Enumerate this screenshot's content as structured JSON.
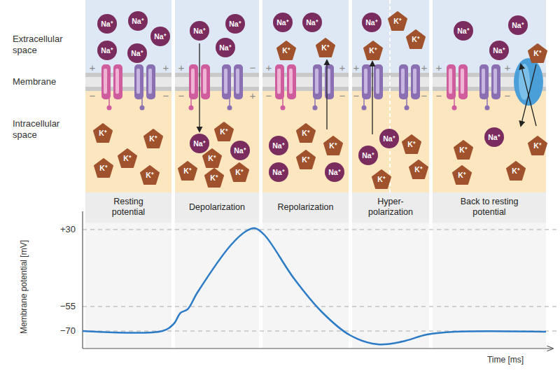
{
  "diagram": {
    "nodes": [
      {
        "text": [
          "Na⁺"
        ]
      },
      {
        "text": [
          "Na⁺"
        ]
      },
      {
        "text": [
          "Na⁺"
        ]
      },
      {
        "text": [
          "Na⁺"
        ]
      },
      {
        "text": [
          "Na⁺"
        ]
      },
      {
        "text": [
          "K⁺"
        ]
      },
      {
        "text": [
          "K⁺"
        ]
      },
      {
        "text": [
          "K⁺"
        ]
      },
      {
        "text": [
          "K⁺"
        ]
      },
      {
        "text": [
          "K⁺"
        ]
      },
      {
        "text": [
          "Na⁺"
        ]
      },
      {
        "text": [
          "Na⁺"
        ]
      },
      {
        "text": [
          "Na⁺"
        ]
      },
      {
        "text": [
          "K⁺"
        ]
      },
      {
        "text": [
          "Na⁺"
        ]
      },
      {
        "text": [
          "Na⁺"
        ]
      },
      {
        "text": [
          "K⁺"
        ]
      },
      {
        "text": [
          "K⁺"
        ]
      },
      {
        "text": [
          "K⁺"
        ]
      },
      {
        "text": [
          "K⁺"
        ]
      },
      {
        "text": [
          "Na⁺"
        ]
      },
      {
        "text": [
          "Na⁺"
        ]
      },
      {
        "text": [
          "K⁺"
        ]
      },
      {
        "text": [
          "K⁺"
        ]
      },
      {
        "text": [
          "K⁺"
        ]
      },
      {
        "text": [
          "Na⁺"
        ]
      },
      {
        "text": [
          "K⁺"
        ]
      },
      {
        "text": [
          "K⁺"
        ]
      },
      {
        "text": [
          "Na⁺"
        ]
      },
      {
        "text": [
          "Na⁺"
        ]
      },
      {
        "text": [
          "Na⁺"
        ]
      },
      {
        "text": [
          "K⁺"
        ]
      },
      {
        "text": [
          "K⁺"
        ]
      },
      {
        "text": [
          "K⁺"
        ]
      },
      {
        "text": [
          "Na⁺"
        ]
      },
      {
        "text": [
          "K⁺"
        ]
      },
      {
        "text": [
          "Na⁺"
        ]
      },
      {
        "text": [
          "K⁺"
        ]
      },
      {
        "text": [
          "K⁺"
        ]
      },
      {
        "text": [
          "Na⁺"
        ]
      },
      {
        "text": [
          "Na⁺"
        ]
      },
      {
        "text": [
          "Na⁺"
        ]
      },
      {
        "text": [
          "K⁺"
        ]
      },
      {
        "text": [
          "Na⁺"
        ]
      },
      {
        "text": [
          "K⁺"
        ]
      },
      {
        "text": [
          "K⁺"
        ]
      },
      {
        "text": [
          "K⁺"
        ]
      },
      {
        "text": [
          "K⁺"
        ]
      }
    ],
    "labels": [
      "Extracellular space",
      "Membrane",
      "Intracellular space",
      "Resting potential",
      "Depolarization",
      "Repolarization",
      "Hyper- polarization",
      "Back to resting potential",
      "+30",
      "−55",
      "−70",
      "Membrane potential [mV]",
      "Time [ms]",
      "+",
      "+",
      "−",
      "−",
      "+",
      "−",
      "−",
      "+",
      "+",
      "+",
      "−",
      "−",
      "+",
      "+",
      "−",
      "−",
      "+",
      "+",
      "−",
      "−"
    ]
  }
}
